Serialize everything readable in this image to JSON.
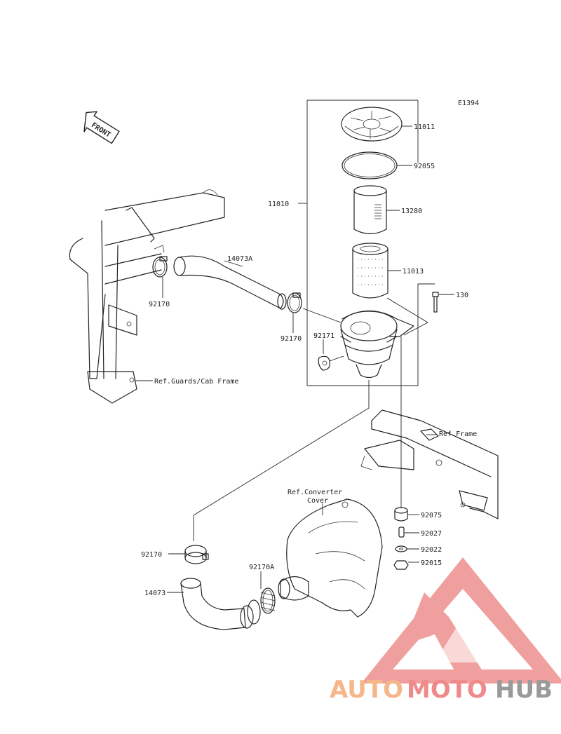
{
  "diagram_code": "E1394",
  "front_label": "FRONT",
  "parts": {
    "p11011": "11011",
    "p92055": "92055",
    "p13280": "13280",
    "p11013": "11013",
    "p11010": "11010",
    "p130": "130",
    "p14073A": "14073A",
    "p92170_a": "92170",
    "p92170_b": "92170",
    "p92171": "92171",
    "p92075": "92075",
    "p92027": "92027",
    "p92022": "92022",
    "p92015": "92015",
    "p92170_c": "92170",
    "p92170A": "92170A",
    "p14073": "14073"
  },
  "refs": {
    "guards": "Ref.Guards/Cab Frame",
    "frame": "Ref.Frame",
    "converter_line1": "Ref.Converter",
    "converter_line2": "Cover"
  },
  "watermark": {
    "part1": "AUTO",
    "part2": "MOTO",
    "part3": "HUB",
    "color1": "#f5b78a",
    "color2": "#ef8a8a",
    "color3": "#9a9a9a",
    "logo_color": "#ee8f8f"
  }
}
